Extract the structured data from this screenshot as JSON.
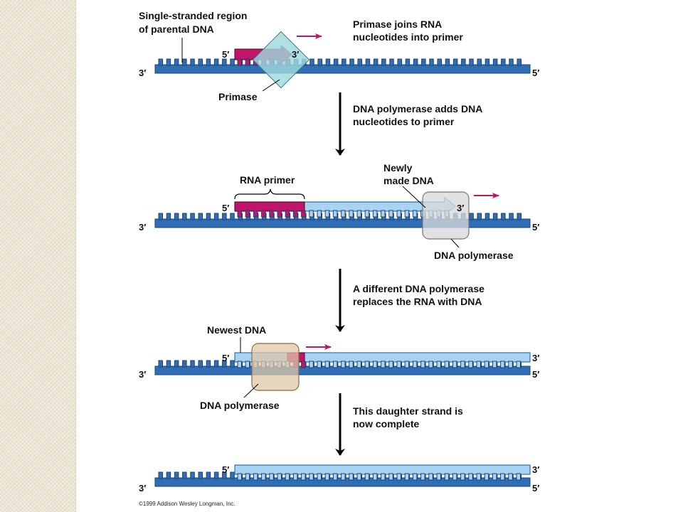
{
  "labels": {
    "single_stranded_1": "Single-stranded region",
    "single_stranded_2": "of parental DNA",
    "primase_joins_1": "Primase joins RNA",
    "primase_joins_2": "nucleotides into primer",
    "primase": "Primase",
    "polymerase_adds_1": "DNA polymerase adds DNA",
    "polymerase_adds_2": "nucleotides to primer",
    "rna_primer": "RNA primer",
    "newly_made_1": "Newly",
    "newly_made_2": "made DNA",
    "dna_polymerase_a": "DNA polymerase",
    "different_polymerase_1": "A different DNA polymerase",
    "different_polymerase_2": "replaces the RNA with DNA",
    "newest_dna": "Newest DNA",
    "dna_polymerase_b": "DNA polymerase",
    "daughter_complete_1": "This daughter strand is",
    "daughter_complete_2": "now complete",
    "copyright": "©1999 Addison Wesley Longman, Inc."
  },
  "strand_ends": {
    "five_prime": "5′",
    "three_prime": "3′"
  },
  "colors": {
    "parental_strand": "#2f6eb5",
    "new_dna": "#a8d4f2",
    "rna_primer": "#c0156a",
    "primase": "#9fd9dd",
    "dna_polymerase_1": "#d8d8d8",
    "dna_polymerase_2": "#dfc7a8",
    "direction_arrow": "#c0156a",
    "step_arrow": "#000000"
  }
}
